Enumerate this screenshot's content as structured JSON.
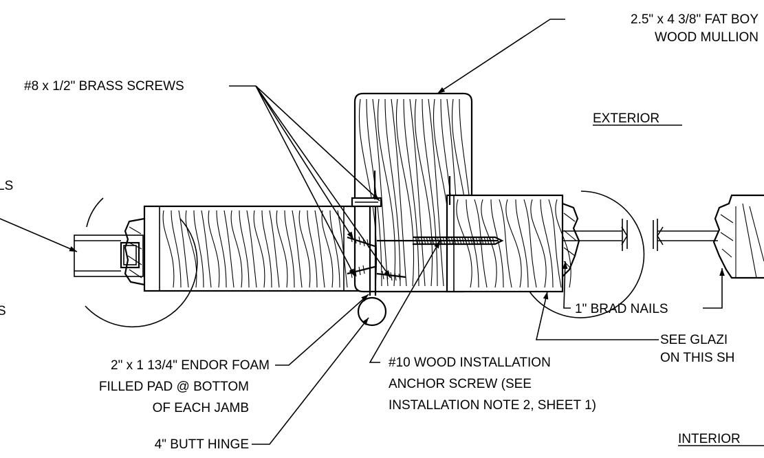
{
  "labels": {
    "mullion_line1": "2.5\" x 4 3/8\" FAT BOY",
    "mullion_line2": "WOOD MULLION",
    "screws": "#8 x 1/2\" BRASS SCREWS",
    "exterior": "EXTERIOR",
    "interior": "INTERIOR",
    "left_cut_1": "LS",
    "left_cut_2": "S",
    "brad_nails": "1\" BRAD NAILS",
    "glazing_line1": "SEE GLAZI",
    "glazing_line2": "ON THIS SH",
    "foam_line1": "2\" x 1 13/4\" ENDOR FOAM",
    "foam_line2": "FILLED PAD @ BOTTOM",
    "foam_line3": "OF EACH JAMB",
    "anchor_line1": "#10 WOOD INSTALLATION",
    "anchor_line2": "ANCHOR SCREW (SEE",
    "anchor_line3": "INSTALLATION NOTE 2, SHEET 1)",
    "hinge": "4\" BUTT HINGE"
  }
}
